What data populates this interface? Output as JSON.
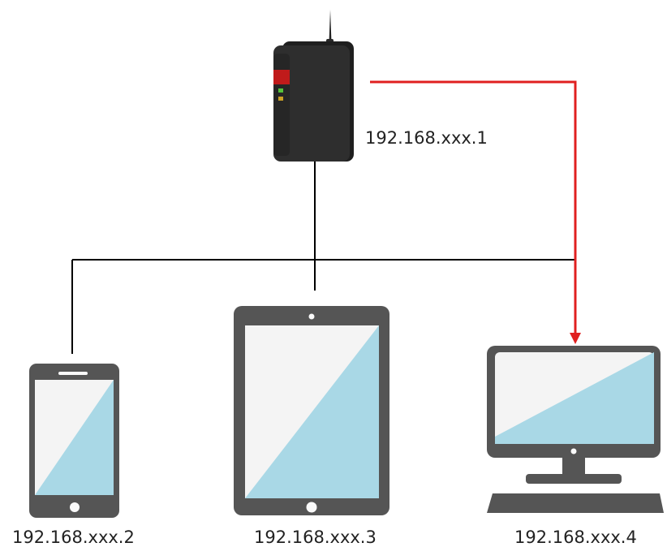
{
  "router": {
    "ip": "192.168.xxx.1",
    "body_color": "#2e2e2e",
    "accent_color": "#c01b1b",
    "led_colors": [
      "#55c23a",
      "#c9a126"
    ]
  },
  "devices": [
    {
      "type": "smartphone",
      "ip": "192.168.xxx.2"
    },
    {
      "type": "tablet",
      "ip": "192.168.xxx.3"
    },
    {
      "type": "desktop-computer",
      "ip": "192.168.xxx.4"
    }
  ],
  "colors": {
    "device_frame": "#555555",
    "screen_light": "#f4f4f4",
    "screen_blue": "#a9d8e6",
    "network_line": "#000000",
    "highlight_path": "#e02020"
  }
}
